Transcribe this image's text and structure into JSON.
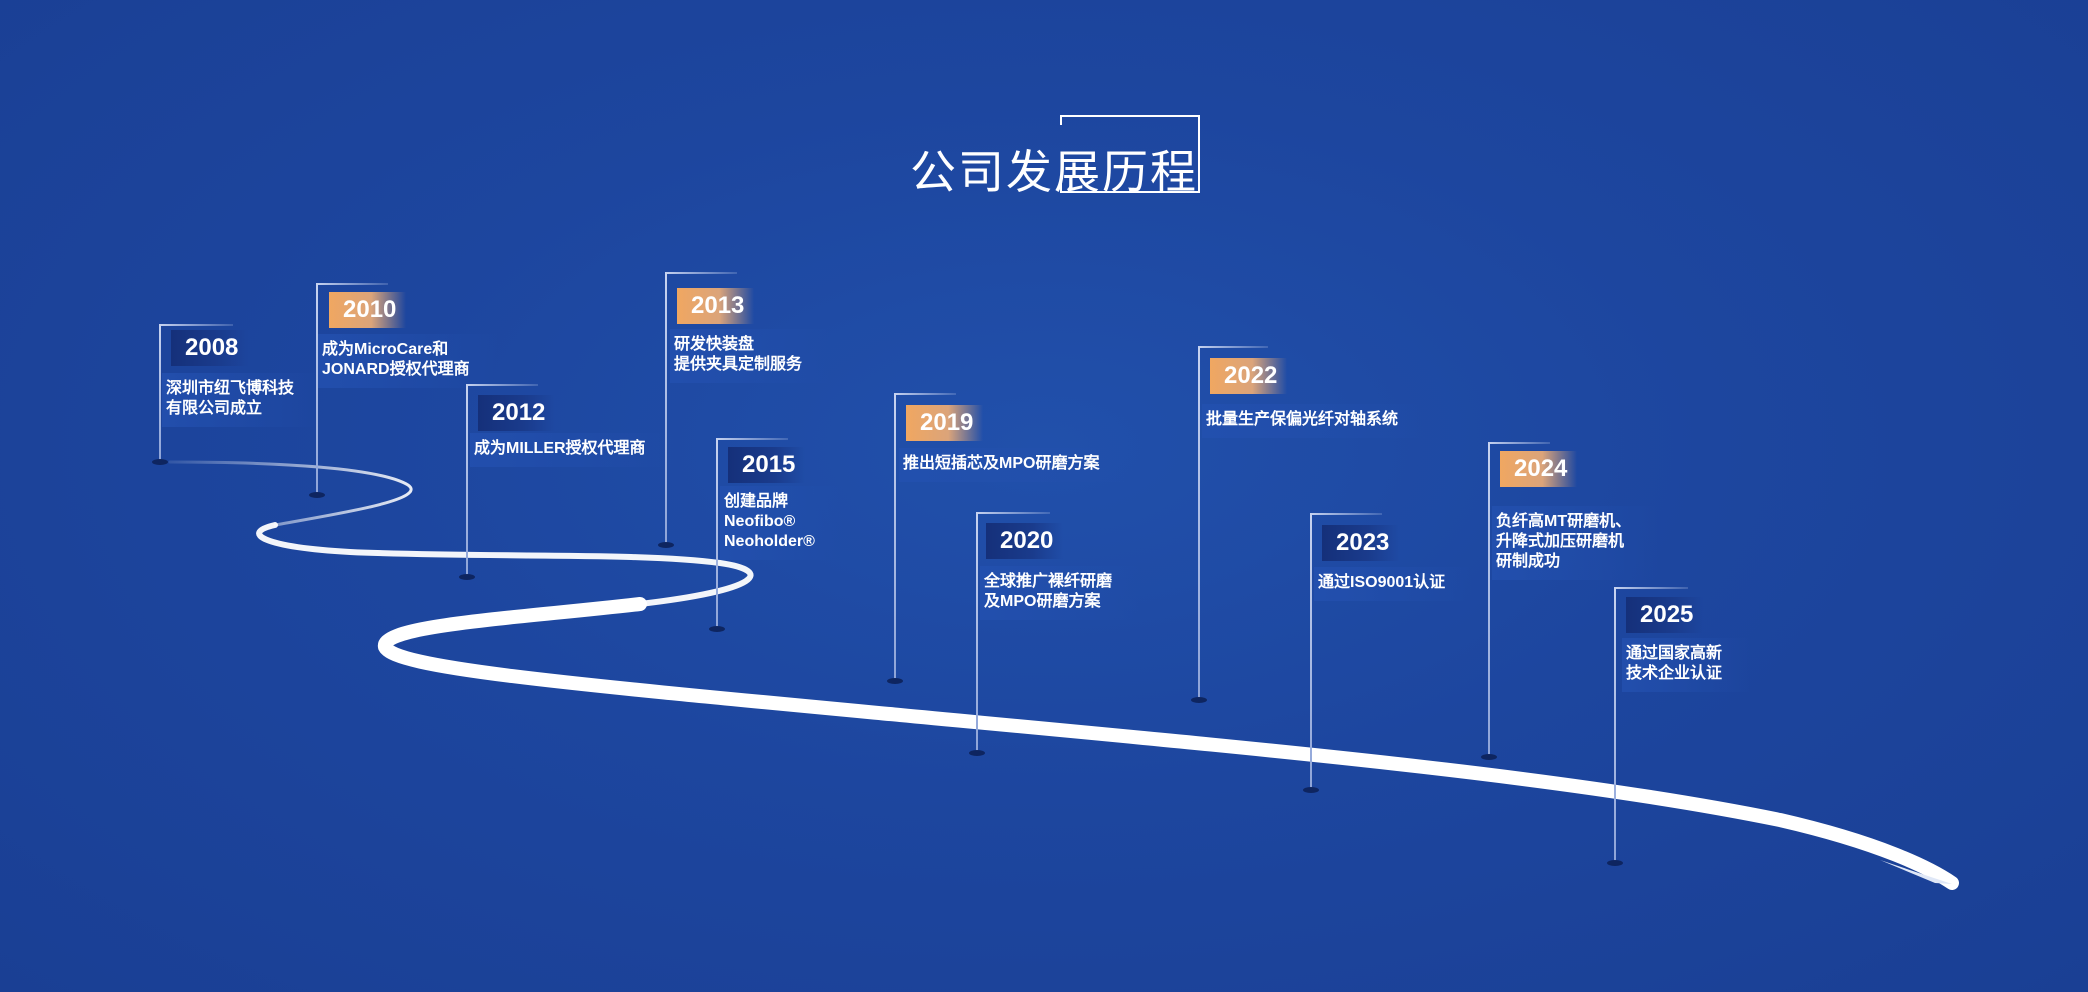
{
  "title": "公司发展历程",
  "colors": {
    "background": "#1d469f",
    "accent_orange": "#f0a761",
    "year_blue": "#15307a",
    "road": "#ffffff"
  },
  "milestones": [
    {
      "year": "2008",
      "style": "blue",
      "lines": [
        "深圳市纽飞博科技",
        "有限公司成立"
      ]
    },
    {
      "year": "2010",
      "style": "orange",
      "lines": [
        "成为MicroCare和",
        "JONARD授权代理商"
      ]
    },
    {
      "year": "2012",
      "style": "blue",
      "lines": [
        "成为MILLER授权代理商"
      ]
    },
    {
      "year": "2013",
      "style": "orange",
      "lines": [
        "研发快装盘",
        "提供夹具定制服务"
      ]
    },
    {
      "year": "2015",
      "style": "blue",
      "lines": [
        "创建品牌",
        "Neofibo®",
        "Neoholder®"
      ]
    },
    {
      "year": "2019",
      "style": "orange",
      "lines": [
        "推出短插芯及MPO研磨方案"
      ]
    },
    {
      "year": "2020",
      "style": "blue",
      "lines": [
        "全球推广裸纤研磨",
        "及MPO研磨方案"
      ]
    },
    {
      "year": "2022",
      "style": "orange",
      "lines": [
        "批量生产保偏光纤对轴系统"
      ]
    },
    {
      "year": "2023",
      "style": "blue",
      "lines": [
        "通过ISO9001认证"
      ]
    },
    {
      "year": "2024",
      "style": "orange",
      "lines": [
        "负纤高MT研磨机、",
        "升降式加压研磨机",
        "研制成功"
      ]
    },
    {
      "year": "2025",
      "style": "blue",
      "lines": [
        "通过国家高新",
        "技术企业认证"
      ]
    }
  ]
}
